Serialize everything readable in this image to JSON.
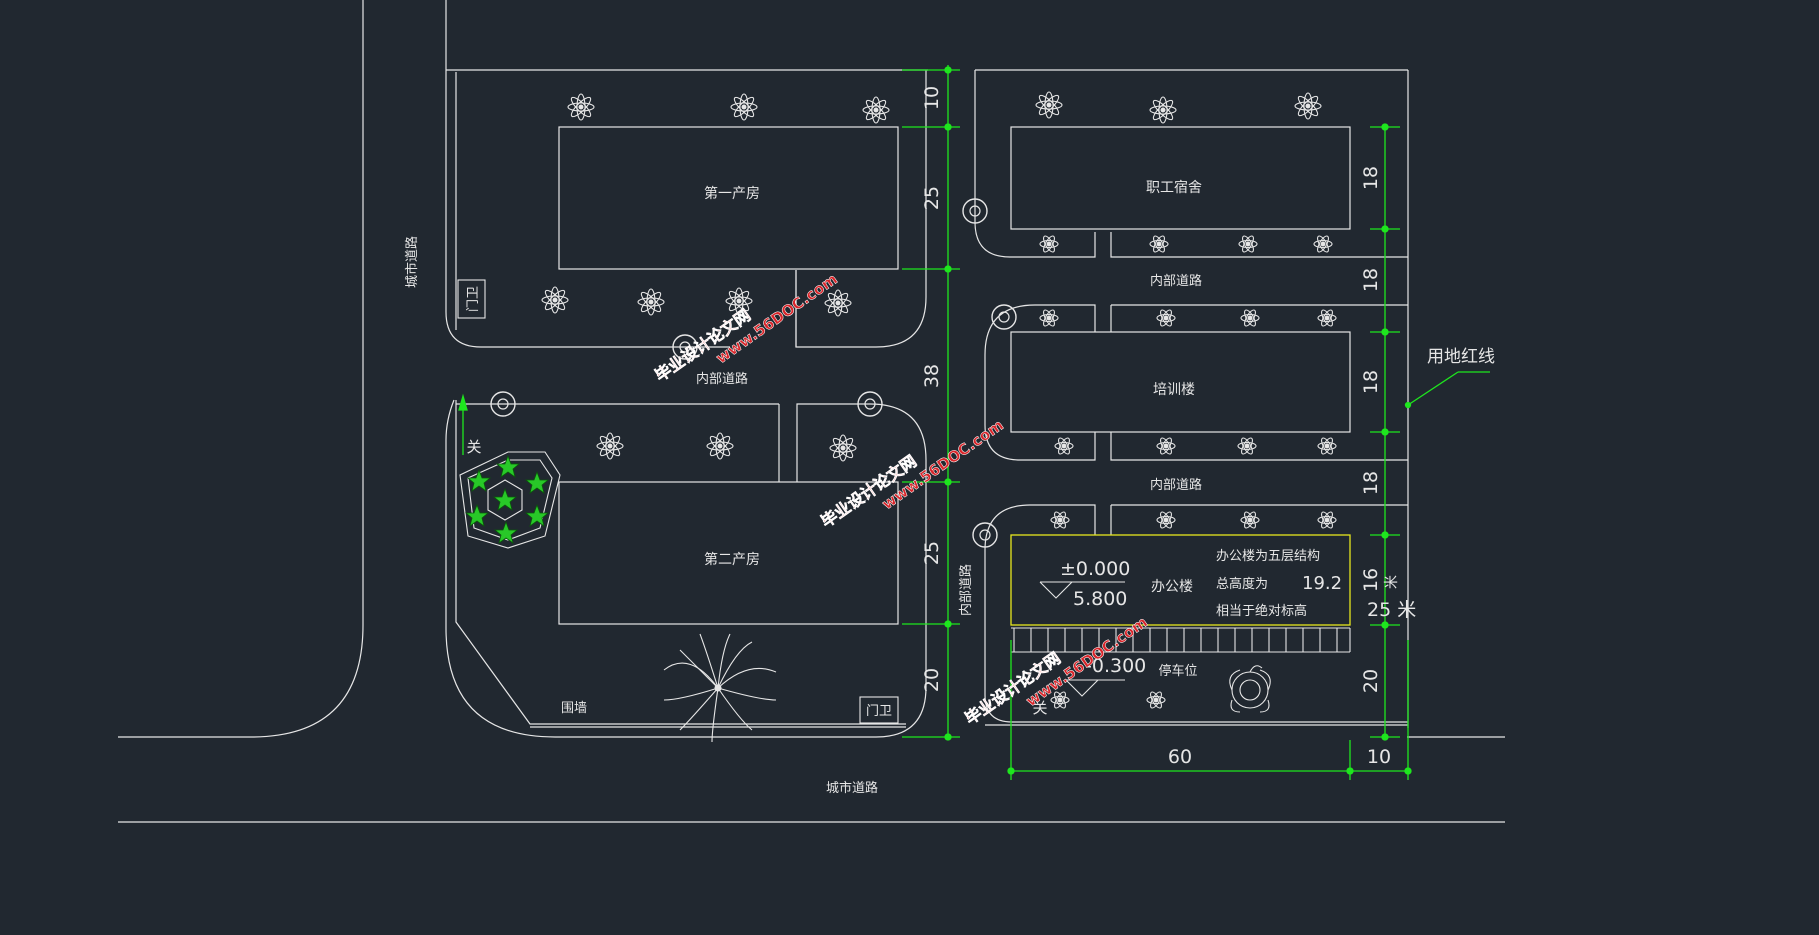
{
  "colors": {
    "background": "#212830",
    "line": "#e6e6e6",
    "dimension": "#1ee61e",
    "annotation_box": "#e6e61e",
    "watermark": "#d9252a",
    "tree_green": "#28c828"
  },
  "buildings": {
    "factory1": "第一产房",
    "factory2": "第二产房",
    "dorm": "职工宿舍",
    "training": "培训楼",
    "office": "办公楼"
  },
  "roads": {
    "city_road_left": "城市道路",
    "city_road_bottom": "城市道路",
    "internal_road_1": "内部道路",
    "internal_road_2": "内部道路",
    "internal_road_3": "内部道路",
    "internal_road_vertical": "内部道路"
  },
  "labels": {
    "gate_top": "门卫",
    "gate_bottom": "门卫",
    "wall": "围墙",
    "parking": "停车位",
    "site_red_line": "用地红线",
    "north_top": "关",
    "north_bottom": "关"
  },
  "office_note": {
    "line1": "办公楼为五层结构",
    "line2_label": "总高度为",
    "line2_value": "19.2",
    "line3": "相当于绝对标高"
  },
  "elevations": {
    "zero": "±0.000",
    "roof": "5.800",
    "ground": "-0.300"
  },
  "dimensions": {
    "left_column": [
      "10",
      "25",
      "38",
      "25",
      "20"
    ],
    "right_column": [
      "18",
      "18",
      "18",
      "18",
      "16",
      "20"
    ],
    "right_side": "25 米",
    "side_marker": "米",
    "bottom": [
      "60",
      "10"
    ]
  },
  "watermark": {
    "line1": "毕业设计论文网",
    "line2": "www.56DOC.com"
  }
}
